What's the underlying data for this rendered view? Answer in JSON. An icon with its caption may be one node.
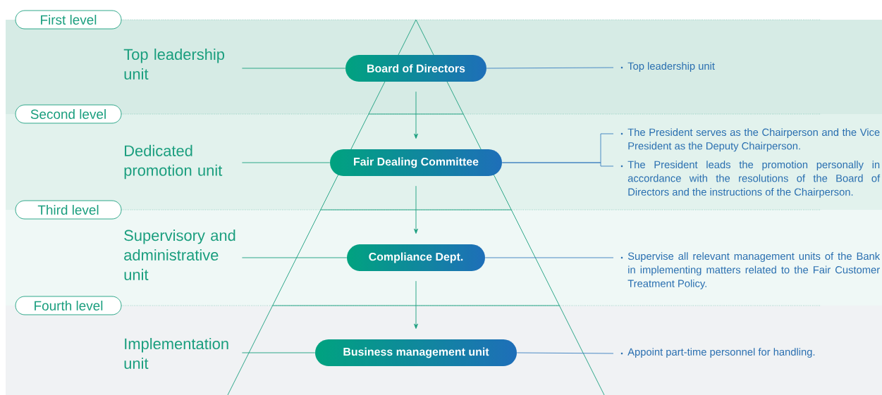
{
  "diagram": {
    "nodes": [
      {
        "text": [
          "First level"
        ]
      },
      {
        "text": [
          "Second level"
        ]
      },
      {
        "text": [
          "Third level"
        ]
      },
      {
        "text": [
          "Fourth level"
        ]
      },
      {
        "text": [
          "Top leadership unit"
        ]
      },
      {
        "text": [
          "Dedicated promotion unit"
        ]
      },
      {
        "text": [
          "Supervisory and administrative unit"
        ]
      },
      {
        "text": [
          "Implementation unit"
        ]
      },
      {
        "text": [
          "Board of Directors"
        ]
      },
      {
        "text": [
          "Fair Dealing Committee"
        ]
      },
      {
        "text": [
          "Compliance Dept."
        ]
      },
      {
        "text": [
          "Business management unit"
        ]
      },
      {
        "text": [
          "Top leadership unit"
        ]
      },
      {
        "text": [
          "The President serves as the Chairperson and the Vice President as the Deputy Chairperson."
        ]
      },
      {
        "text": [
          "The President leads the promotion personally in accordance with the resolutions of the Board of Directors and the instructions of the Chairperson."
        ]
      },
      {
        "text": [
          "Supervise all relevant management units of the Bank in implementing matters related to the Fair Customer Treatment Policy."
        ]
      },
      {
        "text": [
          "Appoint part-time personnel for handling."
        ]
      }
    ],
    "edges": [
      {
        "from": 4,
        "to": 8,
        "arrow": "none"
      },
      {
        "from": 5,
        "to": 9,
        "arrow": "none"
      },
      {
        "from": 6,
        "to": 10,
        "arrow": "none"
      },
      {
        "from": 7,
        "to": 11,
        "arrow": "none"
      },
      {
        "from": 8,
        "to": 9,
        "arrow": "to"
      },
      {
        "from": 9,
        "to": 10,
        "arrow": "to"
      },
      {
        "from": 10,
        "to": 11,
        "arrow": "to"
      },
      {
        "from": 8,
        "to": 12,
        "arrow": "none",
        "color": "#3a7fc0"
      },
      {
        "from": 9,
        "to": 13,
        "arrow": "none",
        "color": "#3a7fc0"
      },
      {
        "from": 9,
        "to": 14,
        "arrow": "none",
        "color": "#3a7fc0"
      },
      {
        "from": 10,
        "to": 15,
        "arrow": "none",
        "color": "#3a7fc0"
      },
      {
        "from": 11,
        "to": 16,
        "arrow": "none",
        "color": "#3a7fc0"
      }
    ]
  }
}
